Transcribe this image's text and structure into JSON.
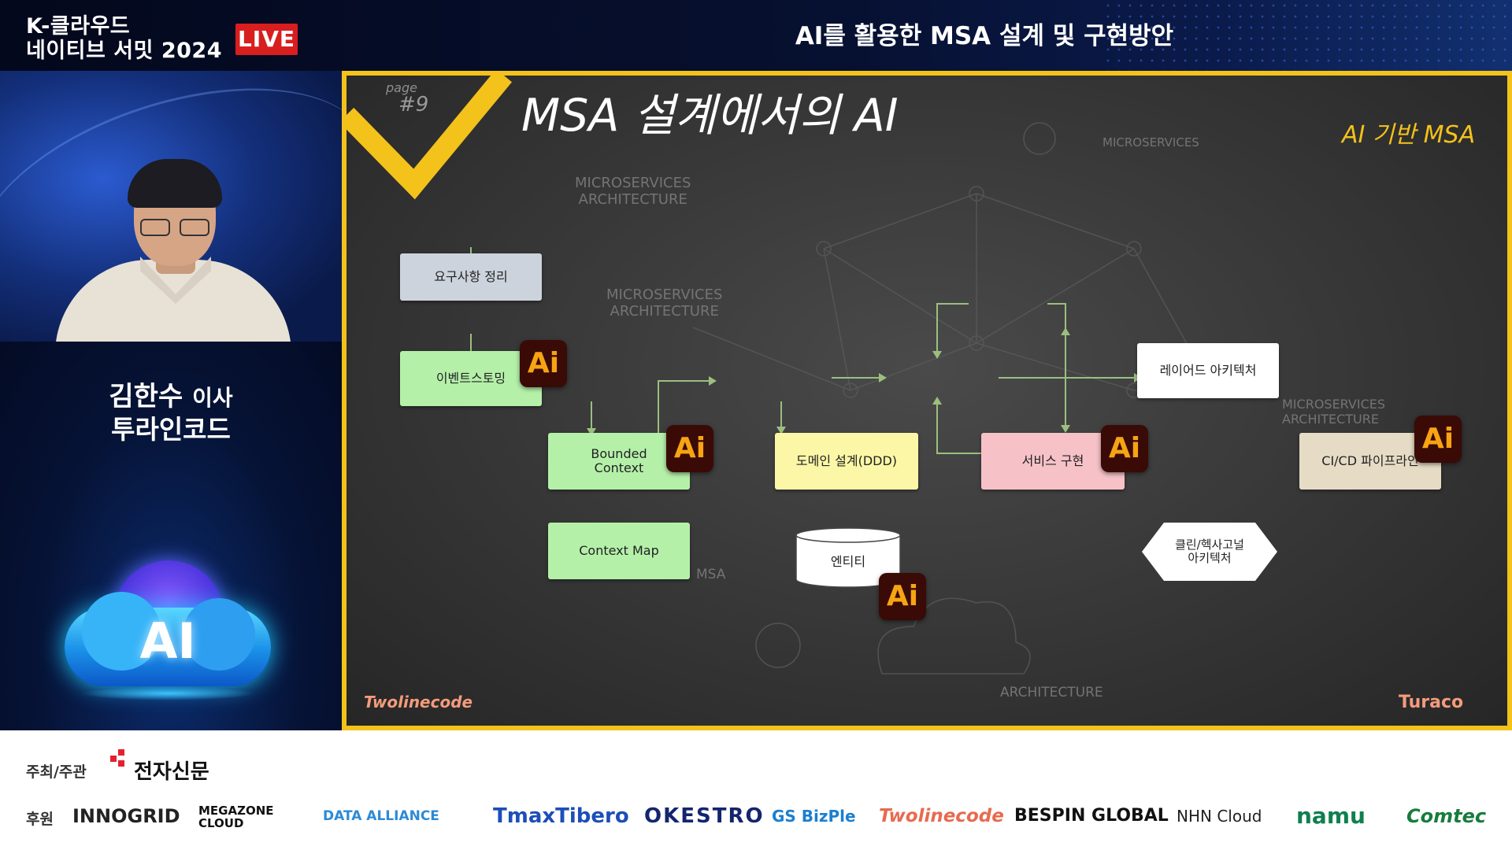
{
  "header": {
    "event_title": "K-클라우드\n네이티브 서밋 2024",
    "live_badge": "LIVE",
    "session_title": "AI를 활용한 MSA 설계 및 구현방안"
  },
  "speaker": {
    "name": "김한수",
    "title": "이사",
    "company": "투라인코드"
  },
  "left_graphic": {
    "ai_text": "AI"
  },
  "slide": {
    "page_label": "page",
    "page_number": "#9",
    "title": "MSA 설계에서의 AI",
    "tag": "AI 기반 MSA",
    "ai_badge": "Ai",
    "nodes": {
      "requirements": "요구사항 정리",
      "event_storming": "이벤트스토밍",
      "bounded_context": "Bounded\nContext",
      "context_map": "Context Map",
      "domain_design": "도메인 설계(DDD)",
      "entity": "엔티티",
      "service_impl": "서비스 구현",
      "layered_arch": "레이어드 아키텍처",
      "clean_hex_arch": "클린/헥사고널\n아키텍처",
      "cicd": "CI/CD 파이프라인"
    },
    "background_labels": {
      "microservices_1": "MICROSERVICES\nARCHITECTURE",
      "microservices_2": "MICROSERVICES\nARCHITECTURE",
      "microservices_3": "MICROSERVICES\nARCHITECTURE",
      "microservices_top": "MICROSERVICES",
      "msa": "MSA",
      "architecture": "ARCHITECTURE"
    },
    "footer_left_logo": "Twolinecode",
    "footer_right_logo": "Turaco"
  },
  "sponsors": {
    "host_label": "주최/주관",
    "host": "전자신문",
    "support_label": "후원",
    "logos": [
      "INNOGRID",
      "MEGAZONE CLOUD",
      "DATA ALLIANCE",
      "TmaxTibero",
      "OKESTRO",
      "GS BizPle",
      "Twolinecode",
      "BESPIN GLOBAL",
      "NHN Cloud",
      "namu",
      "Comtec"
    ]
  },
  "colors": {
    "accent_yellow": "#f3c21b",
    "live_red": "#d81e1e",
    "ai_badge_bg": "#3a0a06",
    "ai_badge_text": "#f7a413"
  }
}
